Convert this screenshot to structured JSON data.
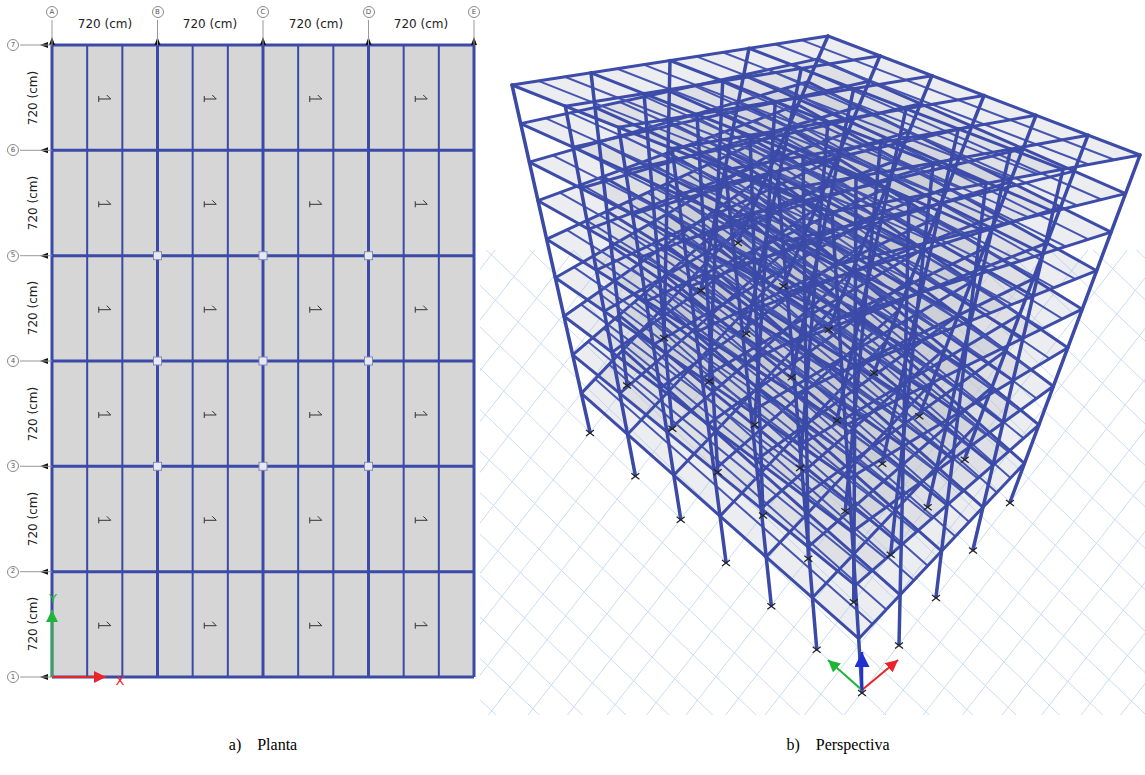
{
  "diagram": {
    "nodes": [
      {
        "text": [
          "A"
        ]
      },
      {
        "text": [
          "B"
        ]
      },
      {
        "text": [
          "C"
        ]
      },
      {
        "text": [
          "D"
        ]
      },
      {
        "text": [
          "E"
        ]
      },
      {
        "text": [
          "7"
        ]
      },
      {
        "text": [
          "6"
        ]
      },
      {
        "text": [
          "5"
        ]
      },
      {
        "text": [
          "4"
        ]
      },
      {
        "text": [
          "3"
        ]
      },
      {
        "text": [
          "2"
        ]
      },
      {
        "text": [
          "1"
        ]
      }
    ],
    "labels": [
      "720 (cm)",
      "720 (cm)",
      "720 (cm)",
      "720 (cm)",
      "720 (cm)",
      "720 (cm)",
      "720 (cm)",
      "720 (cm)",
      "720 (cm)",
      "720 (cm)",
      "X",
      "Y",
      "a)    Planta",
      "b)    Perspectiva"
    ]
  }
}
